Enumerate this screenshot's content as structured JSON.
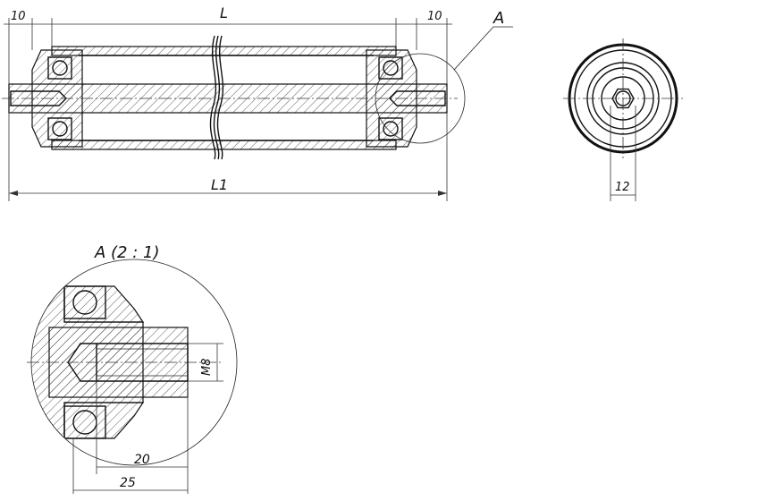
{
  "labels": {
    "dim_10_left": "10",
    "dim_L": "L",
    "dim_10_right": "10",
    "callout_A": "A",
    "dim_L1": "L1",
    "dim_12": "12",
    "detail_title": "A (2 : 1)",
    "dim_M8": "M8",
    "dim_20": "20",
    "dim_25": "25"
  }
}
